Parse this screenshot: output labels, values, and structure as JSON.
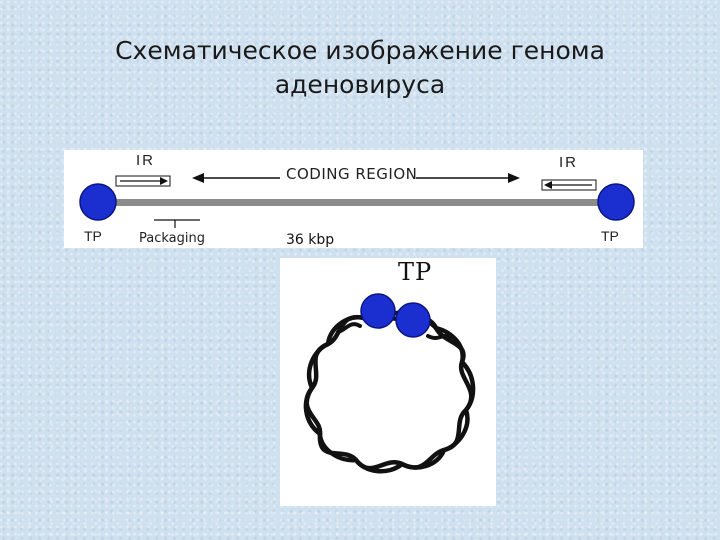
{
  "title": {
    "line1": "Схематическое изображение генома",
    "line2": "аденовируса"
  },
  "linear_genome": {
    "ir_left": "IR",
    "ir_right": "IR",
    "coding_region": "CODING REGION",
    "tp_left": "TP",
    "tp_right": "TP",
    "packaging": "Packaging",
    "size": "36 kbp"
  },
  "circular_genome": {
    "tp_label": "TP"
  },
  "colors": {
    "terminal_protein": "#1b2fd1",
    "dna_line": "#8c8c8c",
    "background": "#cfe0ef"
  }
}
